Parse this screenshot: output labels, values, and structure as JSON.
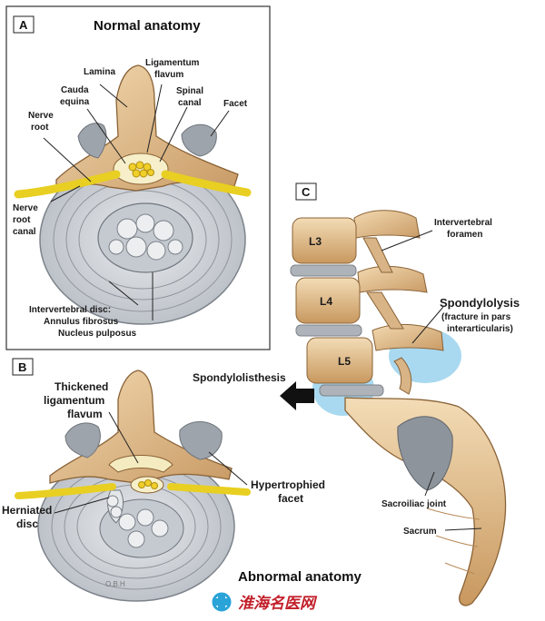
{
  "panels": {
    "a": {
      "letter": "A",
      "title": "Normal anatomy",
      "labels": {
        "lamina": "Lamina",
        "ligamentum_flavum_1": "Ligamentum",
        "ligamentum_flavum_2": "flavum",
        "cauda_equina_1": "Cauda",
        "cauda_equina_2": "equina",
        "spinal_canal_1": "Spinal",
        "spinal_canal_2": "canal",
        "nerve_root_1": "Nerve",
        "nerve_root_2": "root",
        "facet": "Facet",
        "nerve_root_canal_1": "Nerve",
        "nerve_root_canal_2": "root",
        "nerve_root_canal_3": "canal",
        "disc_1": "Intervertebral disc:",
        "disc_2": "Annulus fibrosus",
        "disc_3": "Nucleus pulposus"
      }
    },
    "b": {
      "letter": "B",
      "title": "Abnormal anatomy",
      "labels": {
        "thickened_1": "Thickened",
        "thickened_2": "ligamentum",
        "thickened_3": "flavum",
        "hypertrophied_1": "Hypertrophied",
        "hypertrophied_2": "facet",
        "herniated_1": "Herniated",
        "herniated_2": "disc",
        "artist_mark": "O.B.H"
      }
    },
    "c": {
      "letter": "C",
      "labels": {
        "l3": "L3",
        "l4": "L4",
        "l5": "L5",
        "foramen_1": "Intervertebral",
        "foramen_2": "foramen",
        "spondylolysis_1": "Spondylolysis",
        "spondylolysis_2": "(fracture in pars",
        "spondylolysis_3": "interarticularis)",
        "spondylolisthesis": "Spondylolisthesis",
        "sacroiliac": "Sacroiliac joint",
        "sacrum": "Sacrum"
      }
    }
  },
  "watermark": {
    "text": "淮海名医网"
  },
  "colors": {
    "bone": "#e8c79a",
    "bone_shade": "#b88a58",
    "nerve": "#f2d72a",
    "disc_ring": "#9aa0a8",
    "disc_fill": "#d6d9dd",
    "highlight": "#a9d9f0",
    "watermark": "#c21f2a",
    "watermark_logo": "#2aa3d8"
  }
}
